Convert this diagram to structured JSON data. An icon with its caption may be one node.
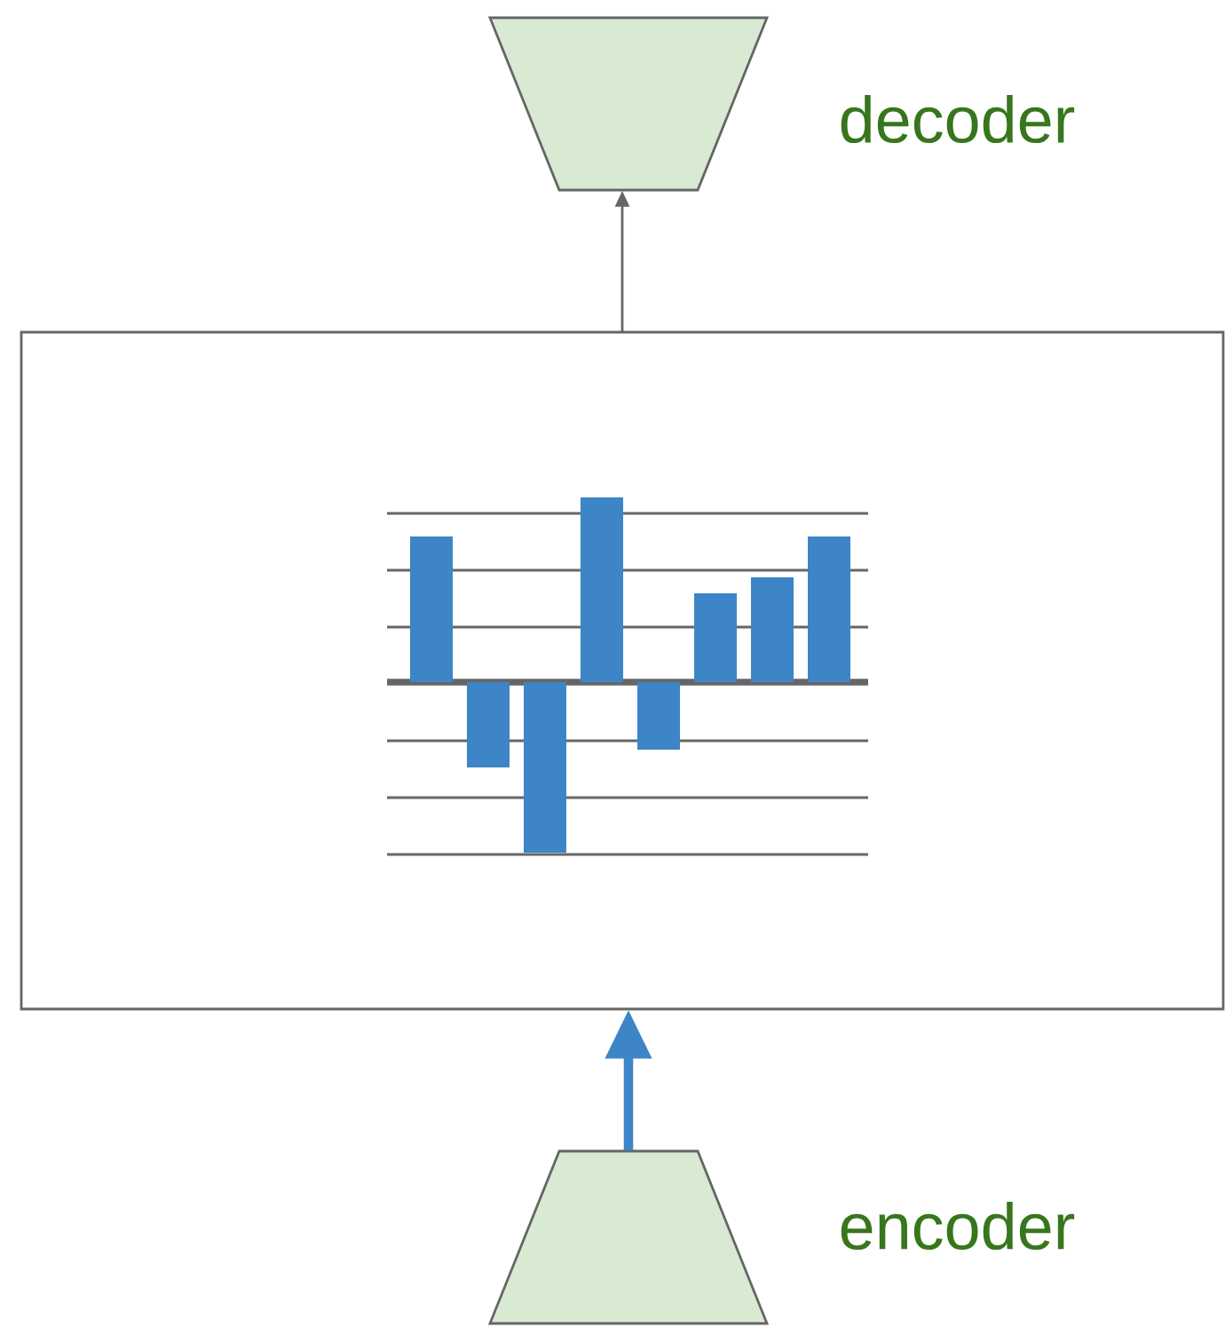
{
  "diagram": {
    "nodes": [
      {
        "text": [],
        "shape": "trapezoid",
        "beside": [
          "decoder"
        ]
      },
      {
        "text": [],
        "shape": "box"
      },
      {
        "text": [],
        "shape": "trapezoid",
        "beside": [
          "encoder"
        ]
      }
    ],
    "edges": [
      {
        "from": 1,
        "to": 0,
        "arrow": "to"
      },
      {
        "from": 2,
        "to": 1,
        "arrow": "to",
        "style": "thick",
        "color": "#3d85c6"
      }
    ]
  }
}
